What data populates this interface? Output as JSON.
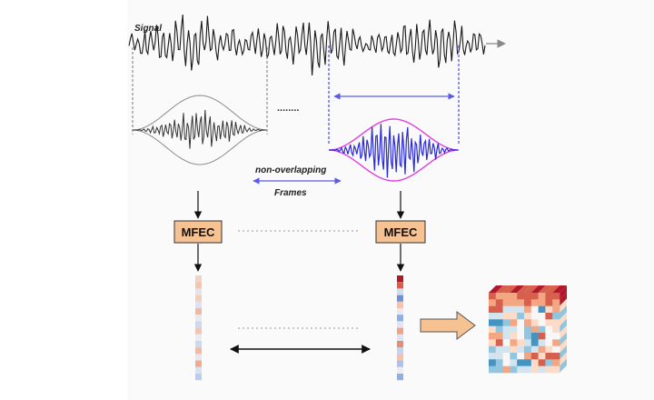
{
  "labels": {
    "signal": "Signal",
    "non_overlapping": "non-overlapping",
    "frames": "Frames",
    "ellipsis": "........",
    "mfec_left": "MFEC",
    "mfec_right": "MFEC"
  },
  "colors": {
    "signal": "#1a1a1a",
    "window_gray": "#8a8a8a",
    "window_pink": "#e13fe0",
    "frame_blue": "#2a2ad6",
    "guide_blue": "#5a5ae8",
    "mfec_fill": "#f6c291",
    "mfec_border": "#333333",
    "orange_arrow": "#f6c291"
  },
  "feature_columns": {
    "left": [
      "#f0d3c4",
      "#f6c4ad",
      "#e3e3ee",
      "#f5cdb8",
      "#dfe1ef",
      "#f0b9a0",
      "#e8e8ee",
      "#cdd9f0",
      "#f6c3ad",
      "#e8ecf5",
      "#c9d8f3",
      "#f4b89f",
      "#e6e6ee",
      "#f2a98c",
      "#d8e2f5",
      "#b9cdf0"
    ],
    "right": [
      "#b2182b",
      "#e05a4a",
      "#cfdcf2",
      "#6a93d8",
      "#f6c4ad",
      "#e9e9ef",
      "#8fb0e6",
      "#e3e5f0",
      "#f4a287",
      "#dfe4f2",
      "#e98d72",
      "#c3d4f2",
      "#f5c1a9",
      "#a9c2ee",
      "#eeeef2",
      "#8fb0e6"
    ]
  },
  "cube_palette": [
    "#b2182b",
    "#d6604d",
    "#f4a582",
    "#fddbc7",
    "#f7f7f7",
    "#d1e5f0",
    "#92c5de",
    "#4393c3",
    "#2166ac"
  ]
}
